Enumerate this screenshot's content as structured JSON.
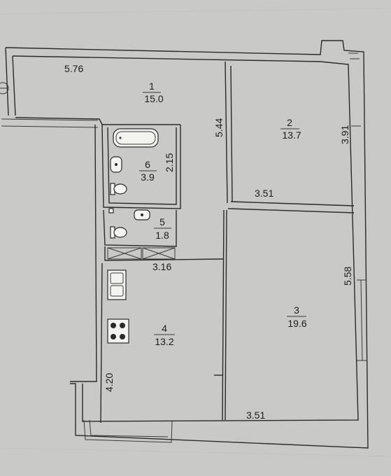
{
  "palette": {
    "paper": "#c9c9c7",
    "ink": "#2a2a2a",
    "fixture_fill": "#f3f3f0"
  },
  "rooms": [
    {
      "number": "1",
      "area": "15.0"
    },
    {
      "number": "2",
      "area": "13.7"
    },
    {
      "number": "3",
      "area": "19.6"
    },
    {
      "number": "4",
      "area": "13.2"
    },
    {
      "number": "5",
      "area": "1.8"
    },
    {
      "number": "6",
      "area": "3.9"
    }
  ],
  "dimensions": {
    "room1_width": "5.76",
    "corridor_length": "5.44",
    "room2_depth": "3.91",
    "room2_width": "3.51",
    "bath_depth": "2.15",
    "kitchen_width": "3.16",
    "room3_depth": "5.58",
    "room3_width": "3.51",
    "kitchen_depth": "4.20"
  },
  "icons": {
    "bathtub": "bathtub-icon",
    "sink": "sink-icon",
    "toilet": "toilet-icon",
    "stove": "stove-icon",
    "kitchen_sink": "kitchen-sink-icon",
    "door": "door-icon"
  }
}
